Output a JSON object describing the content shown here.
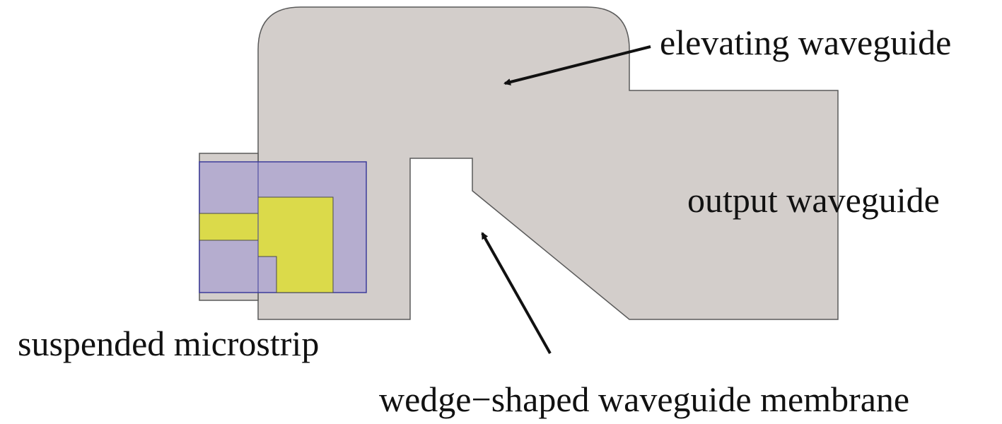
{
  "labels": {
    "elevating_waveguide": "elevating waveguide",
    "output_waveguide": "output waveguide",
    "suspended_microstrip": "suspended microstrip",
    "wedge_membrane": "wedge−shaped waveguide membrane"
  },
  "colors": {
    "waveguide_fill": "#d3cecb",
    "waveguide_stroke": "#5a5a5a",
    "substrate_fill": "#b5adcf",
    "substrate_stroke": "#3c3c9a",
    "microstrip_fill": "#dbda4a",
    "microstrip_stroke": "#4a4a4a",
    "arrow_color": "#111111",
    "text_color": "#111111"
  },
  "icons": {
    "arrow": "arrow-icon"
  }
}
